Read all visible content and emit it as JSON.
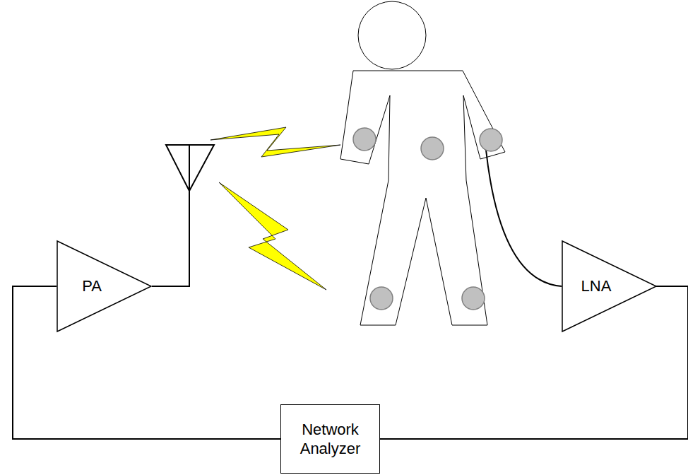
{
  "diagram": {
    "nodes": [
      {
        "text": [
          "PA"
        ]
      },
      {
        "text": [
          "LNA"
        ]
      },
      {
        "text": [
          "Network Analyzer"
        ]
      }
    ],
    "edges": [
      {
        "from": 0,
        "to": 2,
        "arrow": "none"
      },
      {
        "from": 1,
        "to": 2,
        "arrow": "none"
      }
    ]
  }
}
